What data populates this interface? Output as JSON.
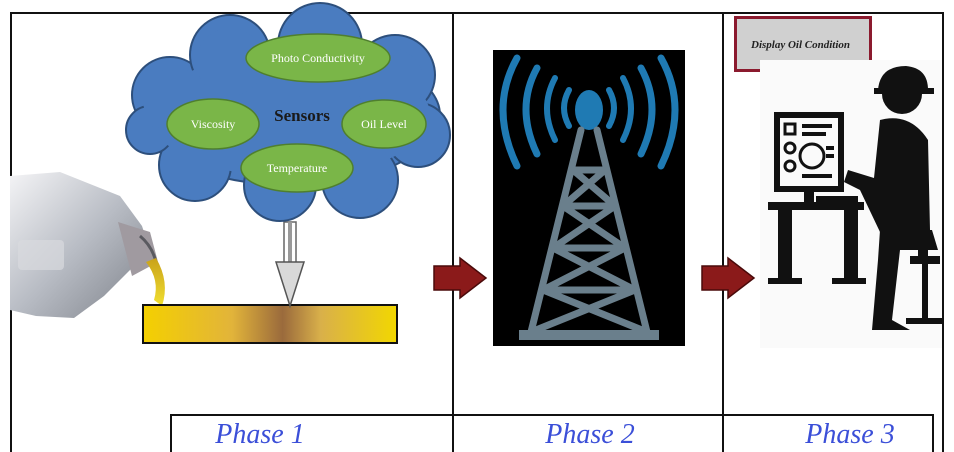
{
  "sensors_cloud": {
    "title": "Sensors",
    "items": {
      "photo_conductivity": "Photo Conductivity",
      "viscosity": "Viscosity",
      "oil_level": "Oil Level",
      "temperature": "Temperature"
    }
  },
  "display_label": "Display Oil Condition",
  "phases": [
    "Phase 1",
    "Phase 2",
    "Phase 3"
  ],
  "colors": {
    "cloud_fill": "#4a7cc0",
    "ellipse_fill": "#7ab648",
    "arrow_fill": "#8b1a1a",
    "phase_text": "#3b4fd8",
    "tower_bg": "#000000",
    "signal": "#1f7ab3"
  }
}
